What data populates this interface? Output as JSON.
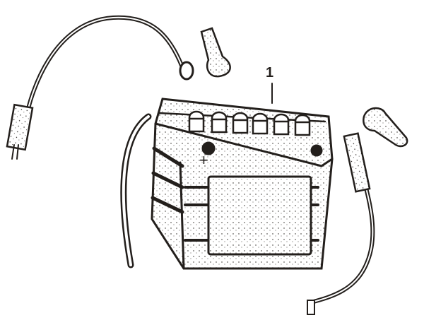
{
  "diagram": {
    "callout_label": "1",
    "terminal_label": "+",
    "ink_color": "#231f1c",
    "parts": [
      "battery",
      "positive-cable",
      "negative-cable",
      "breather-tube",
      "terminal-cap-left",
      "terminal-cap-right"
    ]
  }
}
